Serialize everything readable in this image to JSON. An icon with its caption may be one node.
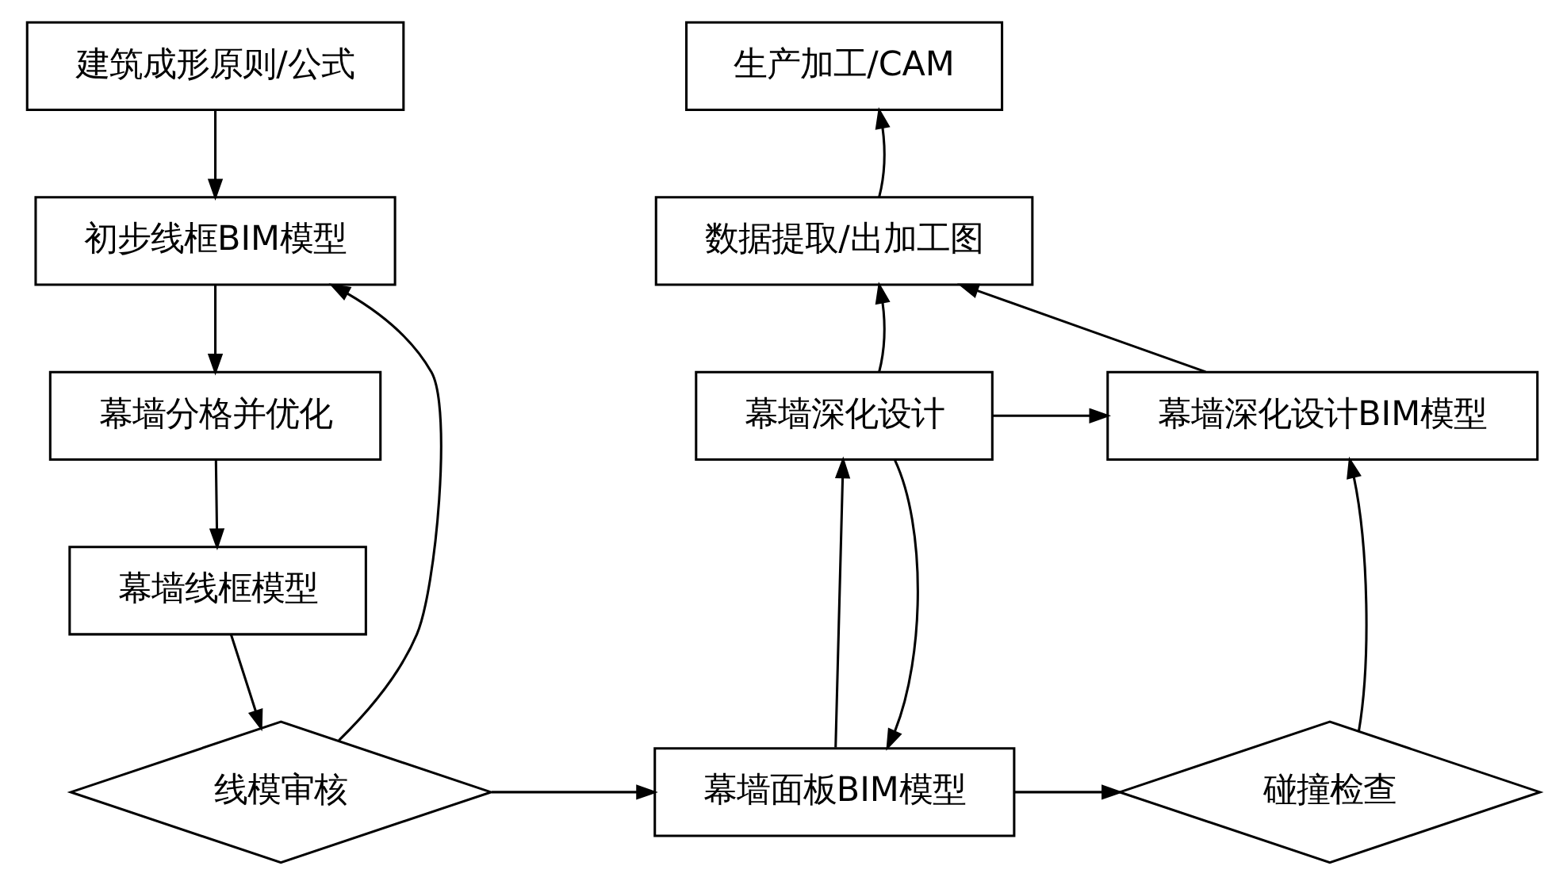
{
  "diagram": {
    "nodes": [
      {
        "text": [
          "建筑成形原则/公式"
        ]
      },
      {
        "text": [
          "初步线框BIM模型"
        ]
      },
      {
        "text": [
          "幕墙分格并优化"
        ]
      },
      {
        "text": [
          "幕墙线框模型"
        ]
      },
      {
        "text": [
          "线模审核"
        ]
      },
      {
        "text": [
          "生产加工/CAM"
        ]
      },
      {
        "text": [
          "数据提取/出加工图"
        ]
      },
      {
        "text": [
          "幕墙深化设计"
        ]
      },
      {
        "text": [
          "幕墙深化设计BIM模型"
        ]
      },
      {
        "text": [
          "幕墙面板BIM模型"
        ]
      },
      {
        "text": [
          "碰撞检查"
        ]
      }
    ],
    "edges": [
      {
        "from": 0,
        "to": 1,
        "arrow": "to"
      },
      {
        "from": 1,
        "to": 2,
        "arrow": "to"
      },
      {
        "from": 2,
        "to": 3,
        "arrow": "to"
      },
      {
        "from": 3,
        "to": 4,
        "arrow": "to"
      },
      {
        "from": 4,
        "to": 1,
        "arrow": "to"
      },
      {
        "from": 4,
        "to": 9,
        "arrow": "to"
      },
      {
        "from": 9,
        "to": 7,
        "arrow": "to"
      },
      {
        "from": 7,
        "to": 9,
        "arrow": "to"
      },
      {
        "from": 7,
        "to": 6,
        "arrow": "to"
      },
      {
        "from": 6,
        "to": 5,
        "arrow": "to"
      },
      {
        "from": 7,
        "to": 8,
        "arrow": "to"
      },
      {
        "from": 9,
        "to": 10,
        "arrow": "to"
      },
      {
        "from": 10,
        "to": 8,
        "arrow": "to"
      },
      {
        "from": 8,
        "to": 6,
        "arrow": "to"
      }
    ]
  }
}
